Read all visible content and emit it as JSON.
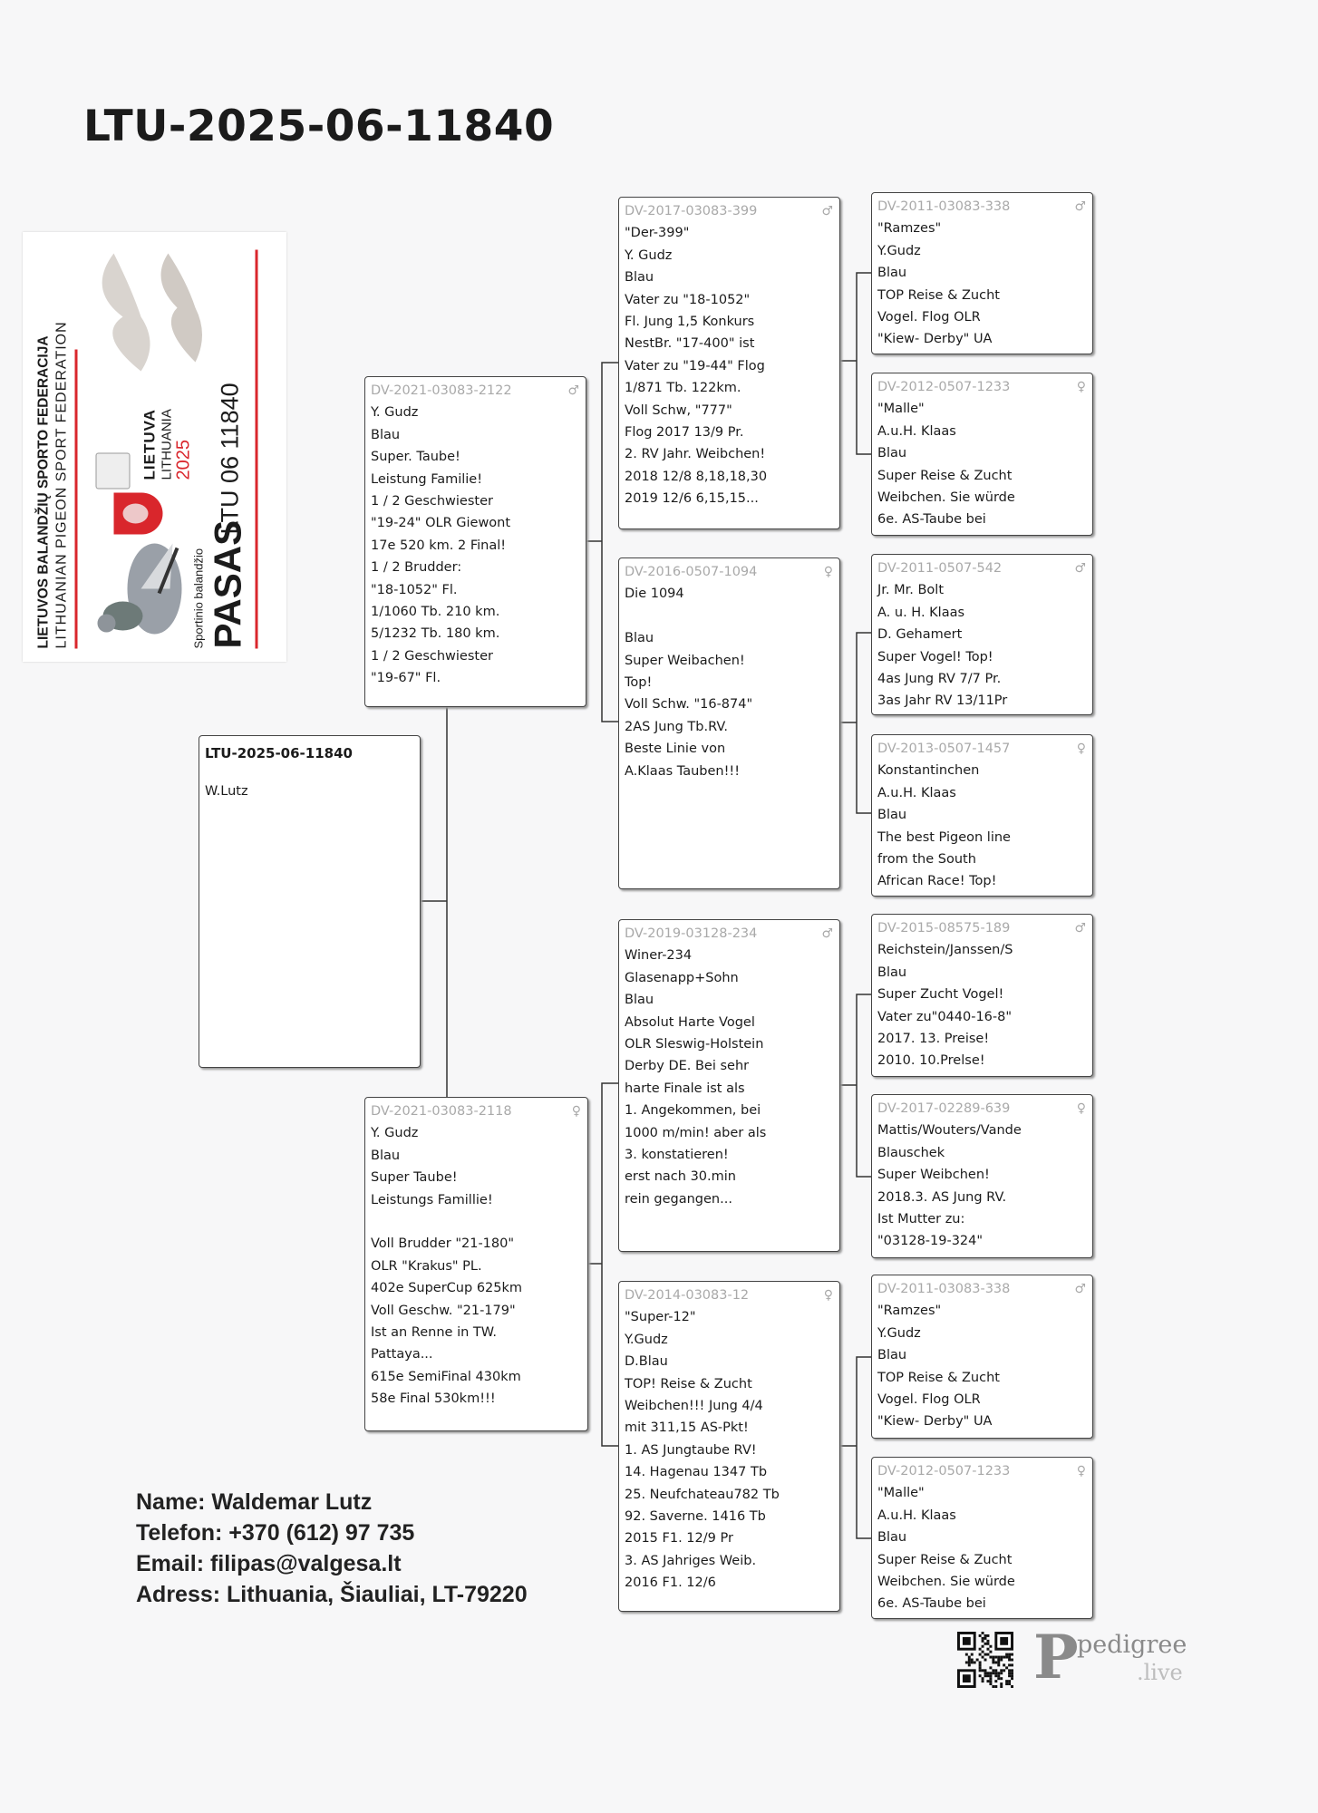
{
  "title": "LTU-2025-06-11840",
  "passport_card": {
    "federation_lt": "LIETUVOS BALANDŽIŲ SPORTO FEDERACIJA",
    "federation_en": "LITHUANIAN  PIGEON  SPORT  FEDERATION",
    "country_lt": "LIETUVA",
    "country_en": "LITHUANIA",
    "year": "2025",
    "subtitle": "Sportinio balandžio",
    "pasas": "PASAS",
    "ring_number": "LTU 06  11840"
  },
  "subject": {
    "id": "LTU-2025-06-11840",
    "owner": "W.Lutz"
  },
  "sex_symbols": {
    "male": "♂",
    "female": "♀"
  },
  "pedigree": {
    "sire": {
      "id": "DV-2021-03083-2122",
      "sex": "male",
      "lines": [
        "Y. Gudz",
        "Blau",
        "Super. Taube!",
        "Leistung Familie!",
        "1 / 2 Geschwiester",
        "\"19-24\" OLR Giewont",
        "17e 520 km. 2 Final!",
        "1 / 2 Brudder:",
        "\"18-1052\" Fl.",
        "1/1060 Tb. 210 km.",
        "5/1232 Tb. 180 km.",
        "1 / 2 Geschwiester",
        "\"19-67\" Fl."
      ]
    },
    "dam": {
      "id": "DV-2021-03083-2118",
      "sex": "female",
      "lines": [
        "Y. Gudz",
        "Blau",
        "Super Taube!",
        "Leistungs Famillie!",
        "",
        "Voll Brudder \"21-180\"",
        "OLR \"Krakus\" PL.",
        "402e SuperCup 625km",
        "Voll Geschw. \"21-179\"",
        "Ist an Renne in TW.",
        "Pattaya...",
        "615e SemiFinal 430km",
        "58e Final 530km!!!"
      ]
    },
    "sire_sire": {
      "id": "DV-2017-03083-399",
      "sex": "male",
      "lines": [
        "\"Der-399\"",
        "Y. Gudz",
        "Blau",
        "Vater zu \"18-1052\"",
        "Fl. Jung 1,5 Konkurs",
        "NestBr. \"17-400\" ist",
        "Vater zu \"19-44\" Flog",
        "1/871 Tb. 122km.",
        "Voll Schw, \"777\"",
        "Flog 2017 13/9 Pr.",
        "2. RV Jahr. Weibchen!",
        "2018 12/8 8,18,18,30",
        "2019 12/6 6,15,15..."
      ]
    },
    "sire_dam": {
      "id": "DV-2016-0507-1094",
      "sex": "female",
      "lines": [
        "Die 1094",
        "",
        "Blau",
        "Super Weibachen!",
        "Top!",
        "Voll Schw. \"16-874\"",
        "2AS Jung Tb.RV.",
        "Beste Linie von",
        "A.Klaas Tauben!!!"
      ]
    },
    "dam_sire": {
      "id": "DV-2019-03128-234",
      "sex": "male",
      "lines": [
        "Winer-234",
        "Glasenapp+Sohn",
        "Blau",
        "Absolut Harte Vogel",
        "OLR Sleswig-Holstein",
        "Derby DE. Bei sehr",
        "harte Finale ist als",
        "1. Angekommen, bei",
        "1000 m/min! aber als",
        "3. konstatieren!",
        "erst nach 30.min",
        "rein gegangen..."
      ]
    },
    "dam_dam": {
      "id": "DV-2014-03083-12",
      "sex": "female",
      "lines": [
        "\"Super-12\"",
        "Y.Gudz",
        "D.Blau",
        "TOP! Reise & Zucht",
        "Weibchen!!! Jung 4/4",
        "mit 311,15 AS-Pkt!",
        "1. AS Jungtaube RV!",
        "14. Hagenau 1347 Tb",
        "25. Neufchateau782 Tb",
        "92. Saverne. 1416 Tb",
        "2015 F1. 12/9 Pr",
        "3. AS Jahriges Weib.",
        "2016 F1. 12/6"
      ]
    },
    "ggp1": {
      "id": "DV-2011-03083-338",
      "sex": "male",
      "lines": [
        "\"Ramzes\"",
        "Y.Gudz",
        "Blau",
        "TOP Reise & Zucht",
        "Vogel. Flog OLR",
        "\"Kiew- Derby\" UA"
      ]
    },
    "ggp2": {
      "id": "DV-2012-0507-1233",
      "sex": "female",
      "lines": [
        "\"Malle\"",
        "A.u.H. Klaas",
        "Blau",
        "Super Reise & Zucht",
        "Weibchen. Sie würde",
        "6e. AS-Taube bei"
      ]
    },
    "ggp3": {
      "id": "DV-2011-0507-542",
      "sex": "male",
      "lines": [
        "Jr. Mr. Bolt",
        "A. u. H. Klaas",
        "D. Gehamert",
        "Super Vogel! Top!",
        "4as Jung RV 7/7 Pr.",
        "3as Jahr RV 13/11Pr"
      ]
    },
    "ggp4": {
      "id": "DV-2013-0507-1457",
      "sex": "female",
      "lines": [
        "Konstantinchen",
        "A.u.H. Klaas",
        "Blau",
        "The best Pigeon line",
        "from the South",
        "African Race! Top!"
      ]
    },
    "ggp5": {
      "id": "DV-2015-08575-189",
      "sex": "male",
      "lines": [
        "Reichstein/Janssen/S",
        "Blau",
        "Super Zucht Vogel!",
        "Vater zu\"0440-16-8\"",
        "2017. 13. Preise!",
        "2010. 10.Prelse!"
      ]
    },
    "ggp6": {
      "id": "DV-2017-02289-639",
      "sex": "female",
      "lines": [
        "Mattis/Wouters/Vande",
        "Blauschek",
        "Super Weibchen!",
        "2018.3. AS Jung RV.",
        "Ist Mutter zu:",
        "\"03128-19-324\""
      ]
    },
    "ggp7": {
      "id": "DV-2011-03083-338",
      "sex": "male",
      "lines": [
        "\"Ramzes\"",
        "Y.Gudz",
        "Blau",
        "TOP Reise & Zucht",
        "Vogel. Flog OLR",
        "\"Kiew- Derby\" UA"
      ]
    },
    "ggp8": {
      "id": "DV-2012-0507-1233",
      "sex": "female",
      "lines": [
        "\"Malle\"",
        "A.u.H. Klaas",
        "Blau",
        "Super Reise & Zucht",
        "Weibchen. Sie würde",
        "6e. AS-Taube bei"
      ]
    }
  },
  "contact": {
    "name": "Name: Waldemar Lutz",
    "phone": "Telefon: +370 (612) 97 735",
    "email": "Email: filipas@valgesa.lt",
    "address": "Adress: Lithuania, Šiauliai, LT-79220"
  },
  "logo": {
    "mark": "P",
    "text1": "pedigree",
    "text2": ".live"
  },
  "colors": {
    "accent_red": "#d9262c",
    "id_gray": "#a9a9a9"
  }
}
